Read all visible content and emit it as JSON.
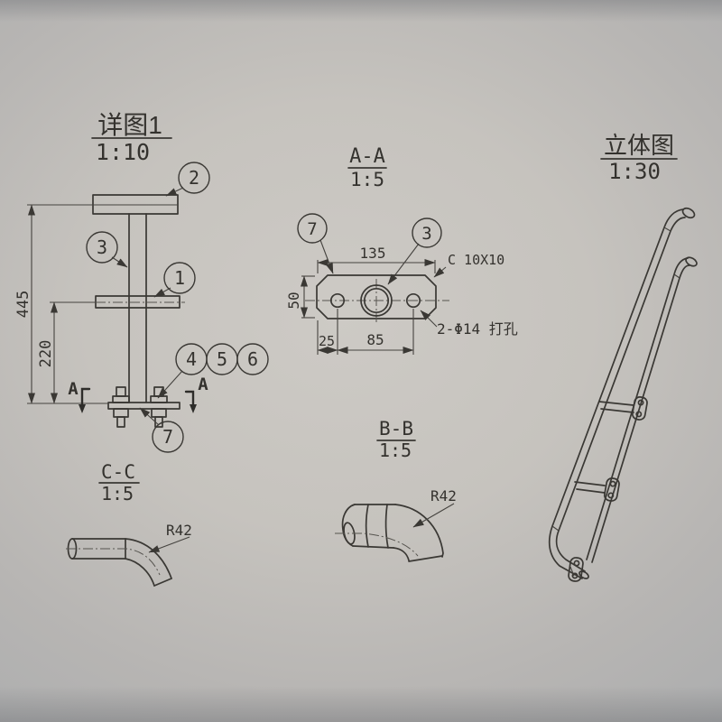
{
  "views": {
    "detail": {
      "title": "详图1",
      "scale": "1:10"
    },
    "aa": {
      "title": "A-A",
      "scale": "1:5"
    },
    "iso": {
      "title": "立体图",
      "scale": "1:30"
    },
    "cc": {
      "title": "C-C",
      "scale": "1:5"
    },
    "bb": {
      "title": "B-B",
      "scale": "1:5"
    }
  },
  "balloons": {
    "n1": "1",
    "n2": "2",
    "n3": "3",
    "n4": "4",
    "n5": "5",
    "n6": "6",
    "n7": "7"
  },
  "aa_balloons": {
    "n7": "7",
    "n3": "3"
  },
  "dimensions": {
    "total_height": "445",
    "lower_height": "220",
    "plate_width": "135",
    "plate_height": "50",
    "edge_to_hole": "25",
    "hole_spacing": "85"
  },
  "labels": {
    "chamfer": "C 10X10",
    "drill_holes": "2-Φ14 打孔",
    "bend_radius_cc": "R42",
    "bend_radius_bb": "R42",
    "section_a_left": "A",
    "section_a_right": "A"
  },
  "colors": {
    "paper": "#c8c5c0",
    "surround": "#abadaf",
    "line": "#3a3834"
  }
}
